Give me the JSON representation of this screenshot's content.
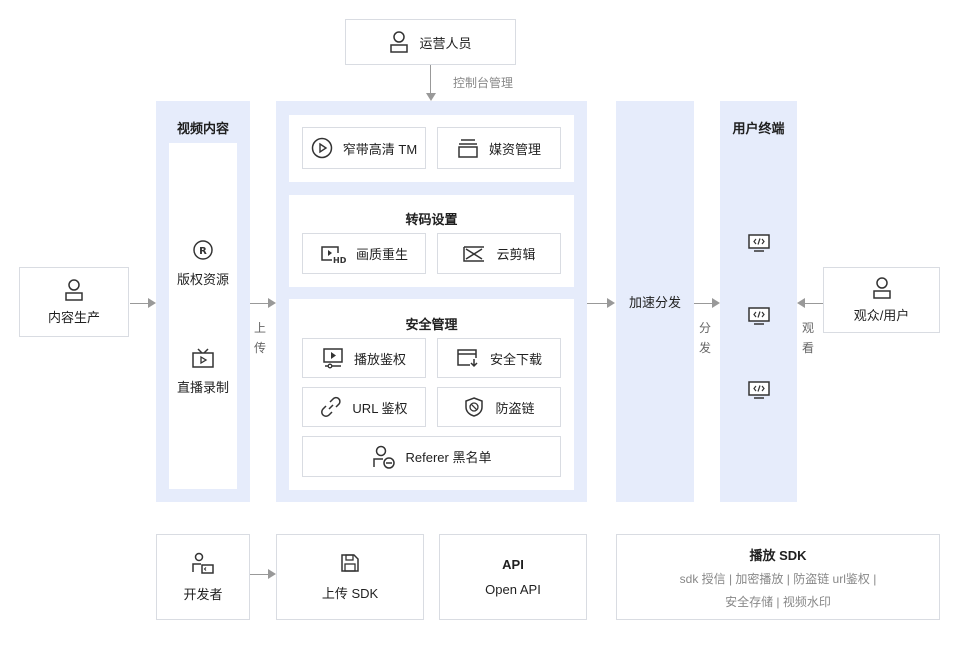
{
  "operator": {
    "label": "运营人员",
    "arrow_label": "控制台管理"
  },
  "creator": {
    "label": "内容生产"
  },
  "video_content": {
    "title": "视频内容",
    "items": [
      "版权资源",
      "直播录制"
    ]
  },
  "upload_label": [
    "上",
    "传"
  ],
  "top_block": {
    "items": [
      "窄带高清 TM",
      "媒资管理"
    ]
  },
  "transcode": {
    "title": "转码设置",
    "items": [
      "画质重生",
      "云剪辑"
    ]
  },
  "security": {
    "title": "安全管理",
    "items": [
      "播放鉴权",
      "安全下载",
      "URL 鉴权",
      "防盗链",
      "Referer 黑名单"
    ]
  },
  "accelerate": {
    "label": "加速分发"
  },
  "distribute_label": [
    "分",
    "发"
  ],
  "user_terminal": {
    "title": "用户终端"
  },
  "watch_label": [
    "观",
    "看"
  ],
  "audience": {
    "label": "观众/用户"
  },
  "developer": {
    "label": "开发者"
  },
  "upload_sdk": {
    "label": "上传 SDK"
  },
  "api": {
    "title": "API",
    "subtitle": "Open API"
  },
  "play_sdk": {
    "title": "播放 SDK",
    "line1": "sdk 授信 | 加密播放 | 防盗链 url鉴权 |",
    "line2": "安全存储 | 视频水印"
  }
}
